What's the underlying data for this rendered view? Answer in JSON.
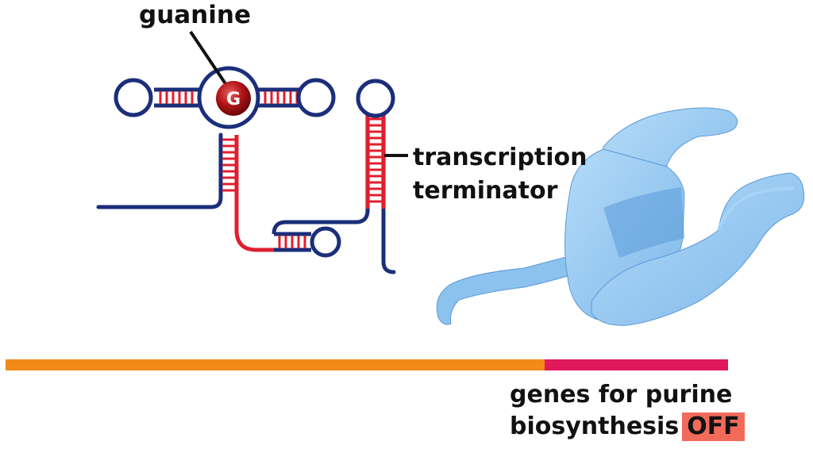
{
  "labels": {
    "guanine": "guanine",
    "guanine_symbol": "G",
    "terminator_line1": "transcription",
    "terminator_line2": "terminator",
    "genes_line1": "genes for purine",
    "genes_line2": "biosynthesis",
    "genes_state": "OFF"
  },
  "colors": {
    "rna_backbone": "#1b2e7a",
    "rna_pairs_red": "#e01f2e",
    "guanine_ball": "#b01418",
    "polymerase": "#8cc2ee",
    "polymerase_dark": "#5a9ad8",
    "dna_upstream": "#f28a1a",
    "dna_genes": "#e0185c",
    "off_badge": "#f26a5a"
  }
}
